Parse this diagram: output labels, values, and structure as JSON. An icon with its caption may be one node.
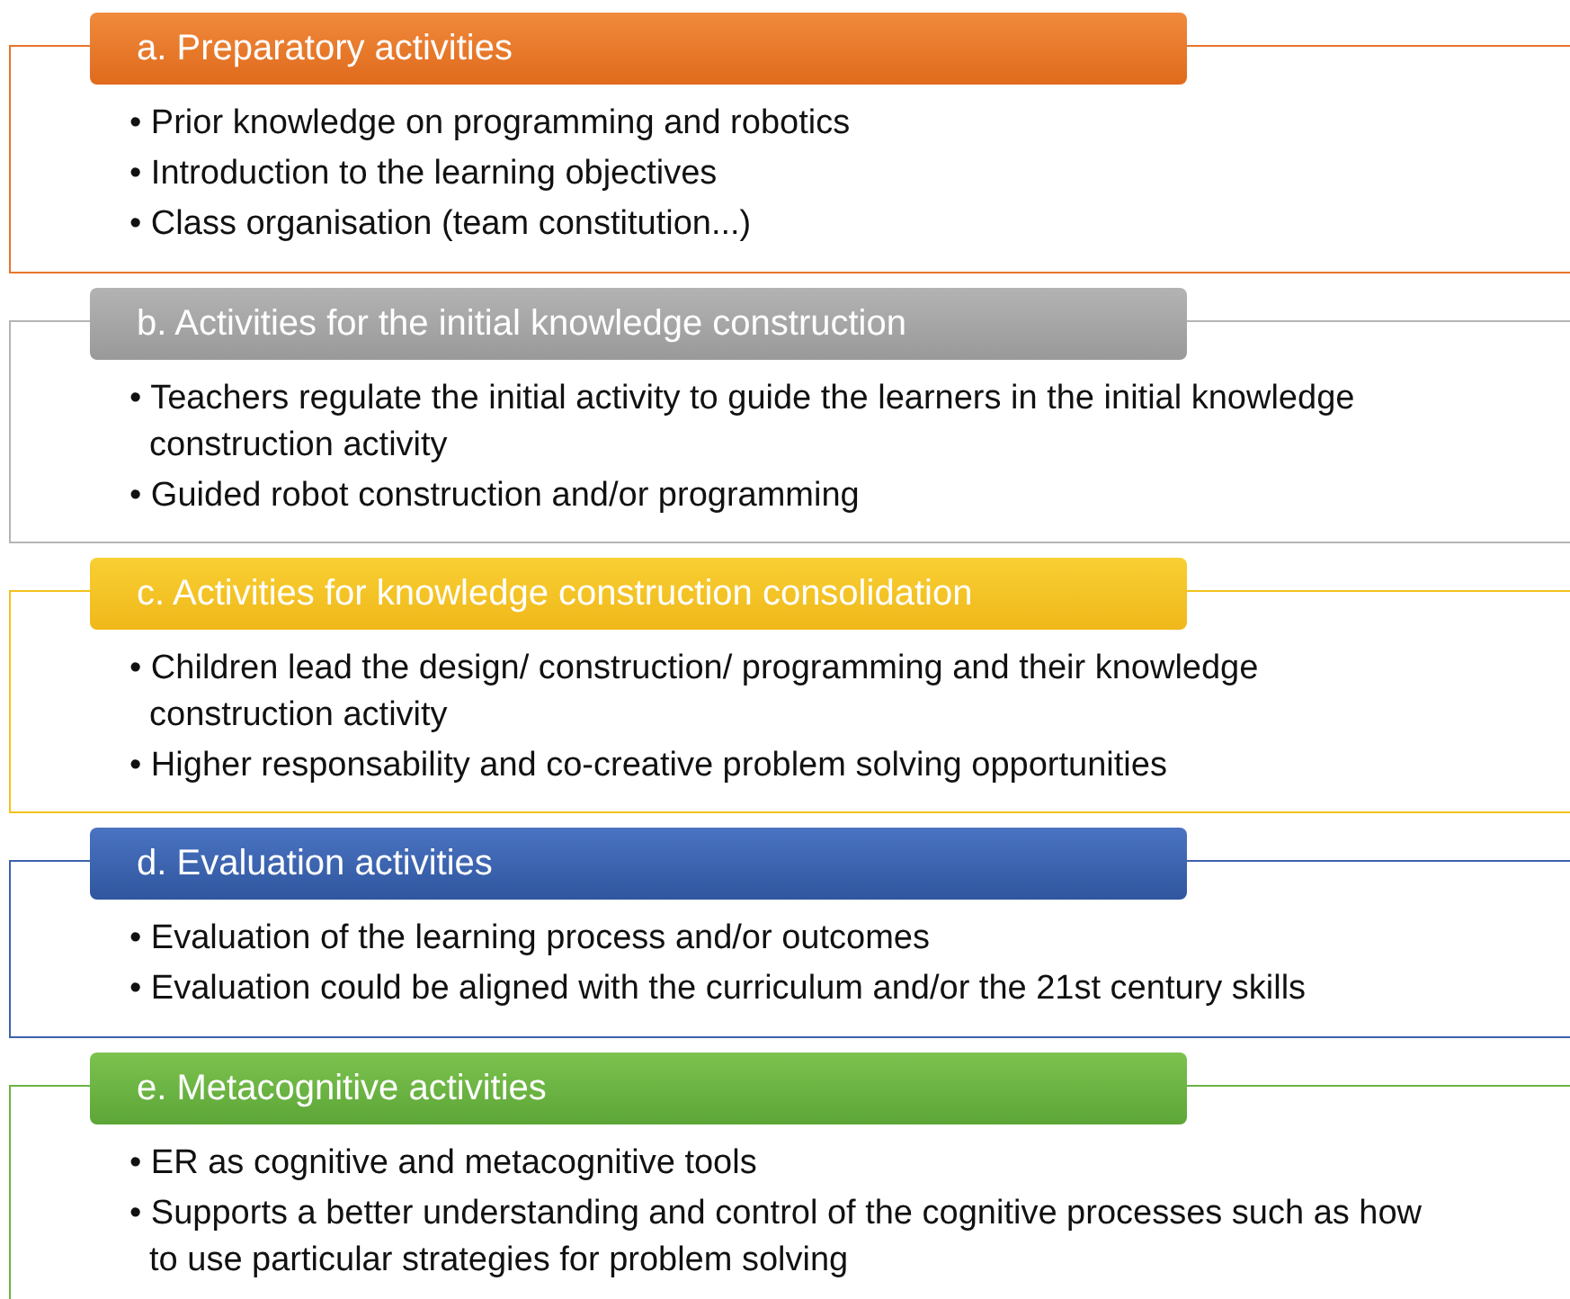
{
  "diagram": {
    "nodes": [
      {
        "text": [
          "a. Preparatory activities",
          "• Prior knowledge on programming and robotics",
          "• Introduction to the learning objectives",
          "• Class organisation (team constitution...)"
        ]
      },
      {
        "text": [
          "b. Activities for the initial knowledge construction",
          "• Teachers regulate the initial activity to guide the learners in the initial knowledge construction activity",
          "• Guided robot construction and/or programming"
        ]
      },
      {
        "text": [
          "c. Activities for knowledge construction consolidation",
          "• Children lead the design/ construction/ programming and their knowledge construction activity",
          "• Higher responsability and co-creative problem solving opportunities"
        ]
      },
      {
        "text": [
          "d. Evaluation activities",
          "• Evaluation of the learning process and/or outcomes",
          "• Evaluation could be aligned with the curriculum and/or the 21st century skills"
        ]
      },
      {
        "text": [
          "e. Metacognitive activities",
          "• ER as cognitive and metacognitive tools",
          "• Supports a better understanding and control of the cognitive processes such as how to use particular strategies for problem solving"
        ]
      }
    ],
    "edges": []
  }
}
